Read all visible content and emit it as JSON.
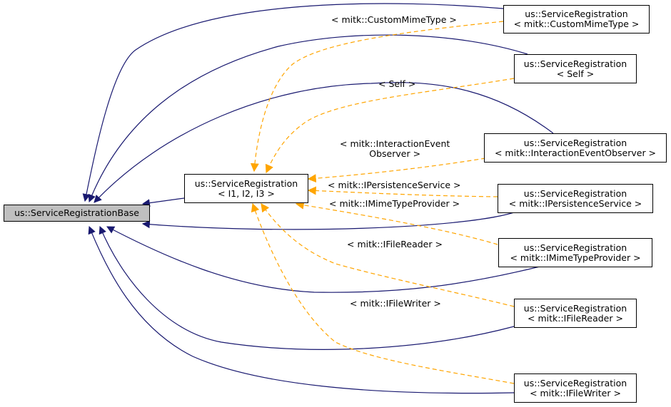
{
  "nodes": {
    "base": {
      "lines": [
        "us::ServiceRegistrationBase"
      ]
    },
    "template": {
      "lines": [
        "us::ServiceRegistration",
        "< I1, I2, I3 >"
      ]
    },
    "custom": {
      "lines": [
        "us::ServiceRegistration",
        "< mitk::CustomMimeType >"
      ]
    },
    "self": {
      "lines": [
        "us::ServiceRegistration",
        "< Self >"
      ]
    },
    "interact": {
      "lines": [
        "us::ServiceRegistration",
        "< mitk::InteractionEventObserver >"
      ]
    },
    "persist": {
      "lines": [
        "us::ServiceRegistration",
        "< mitk::IPersistenceService >"
      ]
    },
    "mime": {
      "lines": [
        "us::ServiceRegistration",
        "< mitk::IMimeTypeProvider >"
      ]
    },
    "reader": {
      "lines": [
        "us::ServiceRegistration",
        "< mitk::IFileReader >"
      ]
    },
    "writer": {
      "lines": [
        "us::ServiceRegistration",
        "< mitk::IFileWriter >"
      ]
    }
  },
  "edge_labels": {
    "custom": [
      "< mitk::CustomMimeType >"
    ],
    "self": [
      "< Self >"
    ],
    "interact": [
      "< mitk::InteractionEvent",
      "Observer >"
    ],
    "persist": [
      "< mitk::IPersistenceService >"
    ],
    "mime": [
      "< mitk::IMimeTypeProvider >"
    ],
    "reader": [
      "< mitk::IFileReader >"
    ],
    "writer": [
      "< mitk::IFileWriter >"
    ]
  },
  "colors": {
    "inheritance": "#191970",
    "template_instance": "#ffa500",
    "base_fill": "#bfbfbf"
  }
}
